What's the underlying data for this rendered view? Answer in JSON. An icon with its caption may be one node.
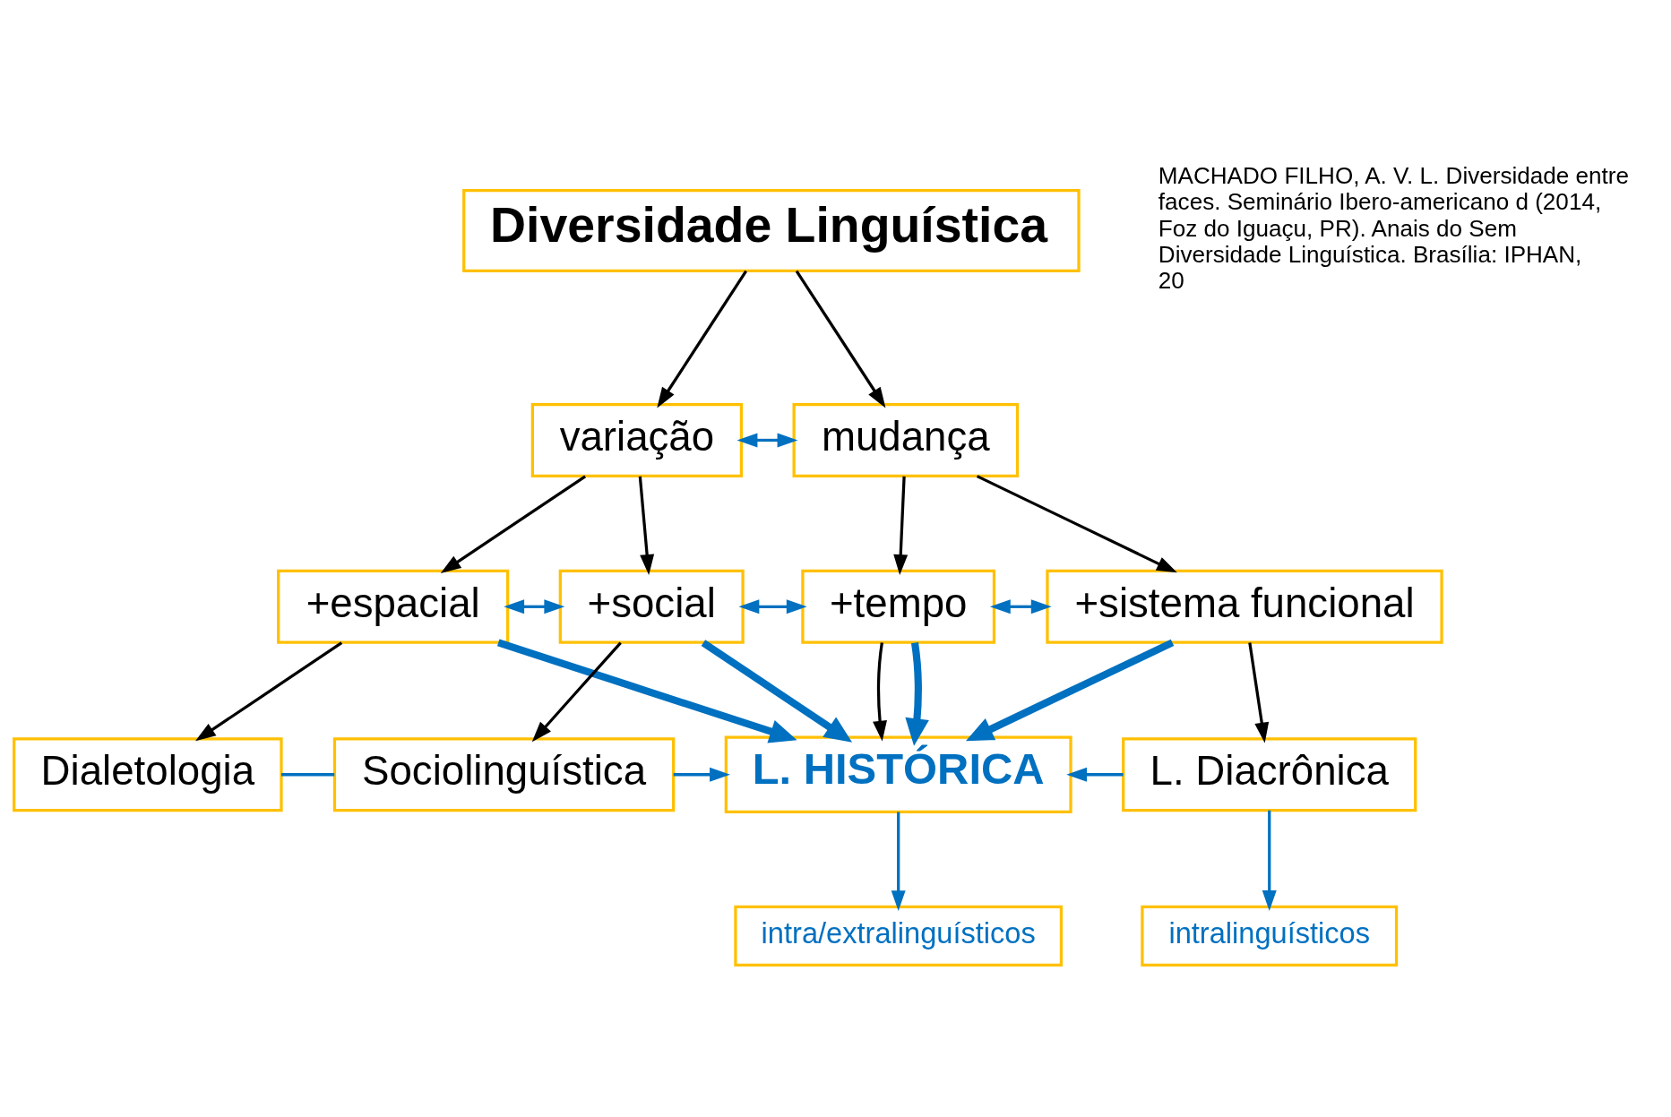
{
  "diagram": {
    "nodes": [
      {
        "text": [
          "Diversidade Linguística"
        ]
      },
      {
        "text": [
          "variação"
        ]
      },
      {
        "text": [
          "mudança"
        ]
      },
      {
        "text": [
          "+espacial"
        ]
      },
      {
        "text": [
          "+social"
        ]
      },
      {
        "text": [
          "+tempo"
        ]
      },
      {
        "text": [
          "+sistema funcional"
        ]
      },
      {
        "text": [
          "Dialetologia"
        ]
      },
      {
        "text": [
          "Sociolinguística"
        ]
      },
      {
        "text": [
          "L. HISTÓRICA"
        ]
      },
      {
        "text": [
          "L. Diacrônica"
        ]
      },
      {
        "text": [
          "intra/extralinguísticos"
        ]
      },
      {
        "text": [
          "intralinguísticos"
        ]
      }
    ],
    "edges": [
      {
        "from": 0,
        "to": 1,
        "arrow": "to",
        "color": "#000000"
      },
      {
        "from": 0,
        "to": 2,
        "arrow": "to",
        "color": "#000000"
      },
      {
        "from": 1,
        "to": 2,
        "arrow": "both"
      },
      {
        "from": 1,
        "to": 3,
        "arrow": "to",
        "color": "#000000"
      },
      {
        "from": 1,
        "to": 4,
        "arrow": "to",
        "color": "#000000"
      },
      {
        "from": 2,
        "to": 5,
        "arrow": "to",
        "color": "#000000"
      },
      {
        "from": 2,
        "to": 6,
        "arrow": "to",
        "color": "#000000"
      },
      {
        "from": 3,
        "to": 4,
        "arrow": "both"
      },
      {
        "from": 4,
        "to": 5,
        "arrow": "both"
      },
      {
        "from": 5,
        "to": 6,
        "arrow": "both"
      },
      {
        "from": 3,
        "to": 7,
        "arrow": "to",
        "color": "#000000"
      },
      {
        "from": 4,
        "to": 8,
        "arrow": "to",
        "color": "#000000"
      },
      {
        "from": 5,
        "to": 9,
        "arrow": "to",
        "color": "#000000"
      },
      {
        "from": 6,
        "to": 10,
        "arrow": "to",
        "color": "#000000"
      },
      {
        "from": 3,
        "to": 9,
        "arrow": "to",
        "style": "thick"
      },
      {
        "from": 4,
        "to": 9,
        "arrow": "to",
        "style": "thick"
      },
      {
        "from": 5,
        "to": 9,
        "arrow": "to",
        "style": "thick"
      },
      {
        "from": 6,
        "to": 9,
        "arrow": "to",
        "style": "thick"
      },
      {
        "from": 7,
        "to": 8,
        "arrow": "none"
      },
      {
        "from": 8,
        "to": 9,
        "arrow": "to"
      },
      {
        "from": 10,
        "to": 9,
        "arrow": "to"
      },
      {
        "from": 9,
        "to": 11,
        "arrow": "to"
      },
      {
        "from": 10,
        "to": 12,
        "arrow": "to"
      }
    ],
    "labels": [
      "MACHADO FILHO, A. V. L. Diversidade entre faces. Seminário Ibero-americano d (2014, Foz do Iguaçu, PR). Anais do Sem Diversidade Linguística. Brasília: IPHAN, 20"
    ]
  }
}
